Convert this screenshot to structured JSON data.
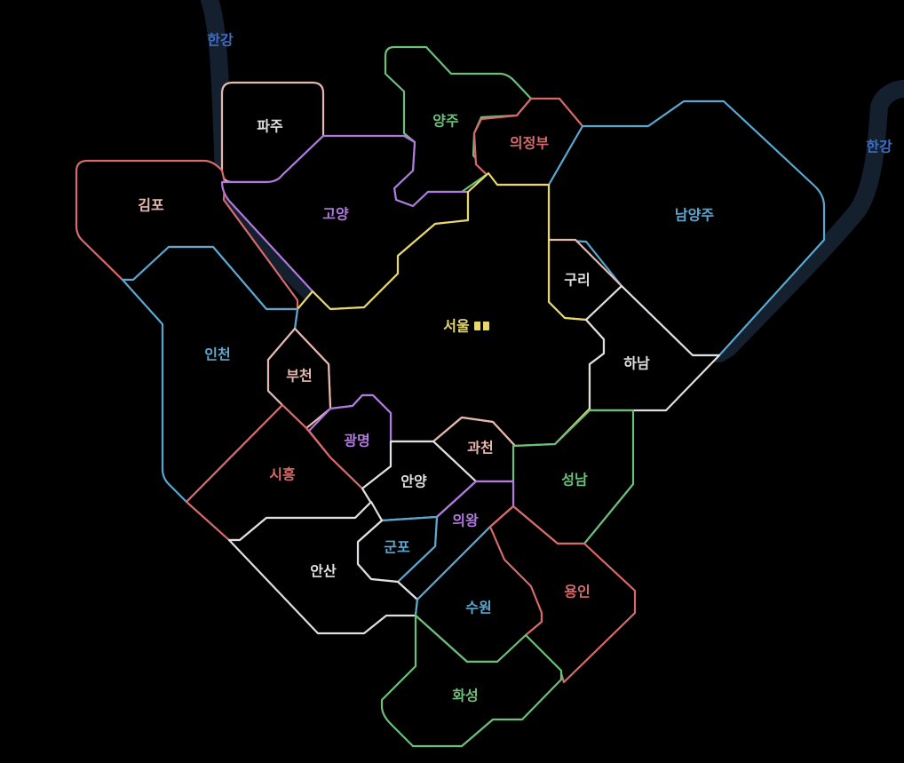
{
  "map": {
    "colors": {
      "river": "#14202e",
      "river_label": "#3a6ec8",
      "green": "#6cc07a",
      "red": "#d86a6a",
      "blue": "#5aa8d0",
      "purple": "#b07ae0",
      "pink": "#e6b8b0",
      "yellow": "#e6d86a",
      "white": "#e0e0e0"
    },
    "river_labels": [
      "한강",
      "한강"
    ],
    "regions": {
      "paju": "파주",
      "yangju": "양주",
      "uijeongbu": "의정부",
      "gimpo": "김포",
      "goyang": "고양",
      "namyangju": "남양주",
      "guri": "구리",
      "seoul": "서울",
      "incheon": "인천",
      "bucheon": "부천",
      "hanam": "하남",
      "gwangmyeong": "광명",
      "gwacheon": "과천",
      "siheung": "시흥",
      "anyang": "안양",
      "seongnam": "성남",
      "uiwang": "의왕",
      "gunpo": "군포",
      "ansan": "안산",
      "suwon": "수원",
      "yongin": "용인",
      "hwaseong": "화성"
    }
  }
}
